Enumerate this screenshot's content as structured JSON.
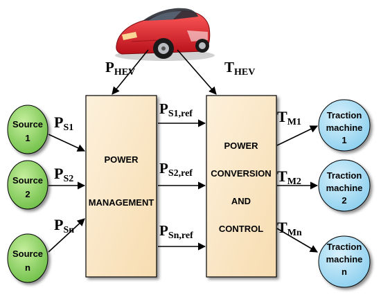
{
  "vehicle": {
    "p_label": {
      "main": "P",
      "sub": "HEV"
    },
    "t_label": {
      "main": "T",
      "sub": "HEV"
    }
  },
  "power_management": {
    "lines": [
      "POWER",
      "MANAGEMENT"
    ]
  },
  "power_conversion": {
    "lines": [
      "POWER",
      "CONVERSION",
      "AND",
      "CONTROL"
    ]
  },
  "sources": [
    {
      "lines": [
        "Source",
        "1"
      ],
      "label": {
        "main": "P",
        "sub": "S1"
      }
    },
    {
      "lines": [
        "Source",
        "2"
      ],
      "label": {
        "main": "P",
        "sub": "S2"
      }
    },
    {
      "lines": [
        "Source",
        "n"
      ],
      "label": {
        "main": "P",
        "sub": "Sn"
      }
    }
  ],
  "references": [
    {
      "main": "P",
      "sub": "S1,ref"
    },
    {
      "main": "P",
      "sub": "S2,ref"
    },
    {
      "main": "P",
      "sub": "Sn,ref"
    }
  ],
  "machines": [
    {
      "lines": [
        "Traction",
        "machine",
        "1"
      ],
      "label": {
        "main": "T",
        "sub": "M1"
      }
    },
    {
      "lines": [
        "Traction",
        "machine",
        "2"
      ],
      "label": {
        "main": "T",
        "sub": "M2"
      }
    },
    {
      "lines": [
        "Traction",
        "machine",
        "n"
      ],
      "label": {
        "main": "T",
        "sub": "Mn"
      }
    }
  ],
  "colors": {
    "block_fill": "#fbe7c6",
    "source_fill": "#8fd46a",
    "machine_fill": "#a7dcf5",
    "car_body": "#e0202a",
    "stroke": "#000000"
  }
}
